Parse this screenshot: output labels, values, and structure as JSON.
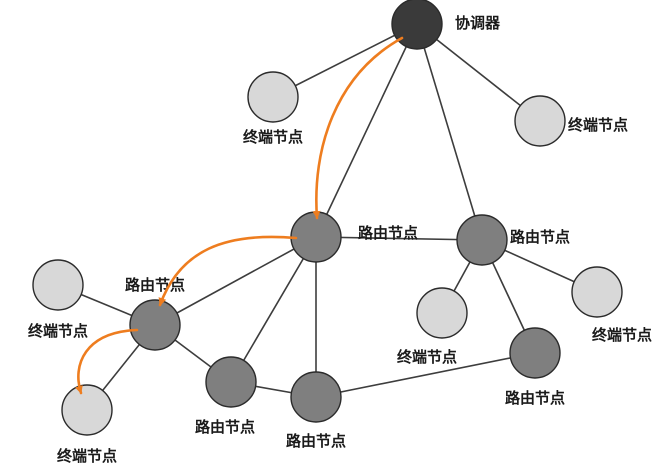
{
  "colors": {
    "coordinator_fill": "#3a3a3a",
    "router_fill": "#7f7f7f",
    "end_fill": "#d8d8d8",
    "node_stroke": "#2b2b2b",
    "link": "#3d3d3d",
    "flow_arrow": "#ee7d1f"
  },
  "nodes": [
    {
      "id": "coordinator",
      "kind": "coordinator",
      "label": "协调器"
    },
    {
      "id": "end-top-left",
      "kind": "end",
      "label": "终端节点"
    },
    {
      "id": "end-top-right",
      "kind": "end",
      "label": "终端节点"
    },
    {
      "id": "router-center",
      "kind": "router",
      "label": "路由节点"
    },
    {
      "id": "router-right",
      "kind": "router",
      "label": "路由节点"
    },
    {
      "id": "router-left",
      "kind": "router",
      "label": "路由节点"
    },
    {
      "id": "end-left",
      "kind": "end",
      "label": "终端节点"
    },
    {
      "id": "end-bottom-left",
      "kind": "end",
      "label": "终端节点"
    },
    {
      "id": "router-bottom-a",
      "kind": "router",
      "label": "路由节点"
    },
    {
      "id": "router-bottom-b",
      "kind": "router",
      "label": "路由节点"
    },
    {
      "id": "end-right-mid",
      "kind": "end",
      "label": "终端节点"
    },
    {
      "id": "end-far-right",
      "kind": "end",
      "label": "终端节点"
    },
    {
      "id": "router-bottom-right",
      "kind": "router",
      "label": "路由节点"
    }
  ],
  "links": [
    [
      "coordinator",
      "end-top-left"
    ],
    [
      "coordinator",
      "end-top-right"
    ],
    [
      "coordinator",
      "router-center"
    ],
    [
      "coordinator",
      "router-right"
    ],
    [
      "router-center",
      "router-right"
    ],
    [
      "router-center",
      "router-left"
    ],
    [
      "router-center",
      "router-bottom-a"
    ],
    [
      "router-center",
      "router-bottom-b"
    ],
    [
      "router-left",
      "end-left"
    ],
    [
      "router-left",
      "end-bottom-left"
    ],
    [
      "router-left",
      "router-bottom-a"
    ],
    [
      "router-bottom-a",
      "router-bottom-b"
    ],
    [
      "router-bottom-b",
      "router-bottom-right"
    ],
    [
      "router-right",
      "end-right-mid"
    ],
    [
      "router-right",
      "end-far-right"
    ],
    [
      "router-right",
      "router-bottom-right"
    ]
  ],
  "flow_path": [
    "coordinator",
    "router-center",
    "router-left",
    "end-bottom-left"
  ]
}
